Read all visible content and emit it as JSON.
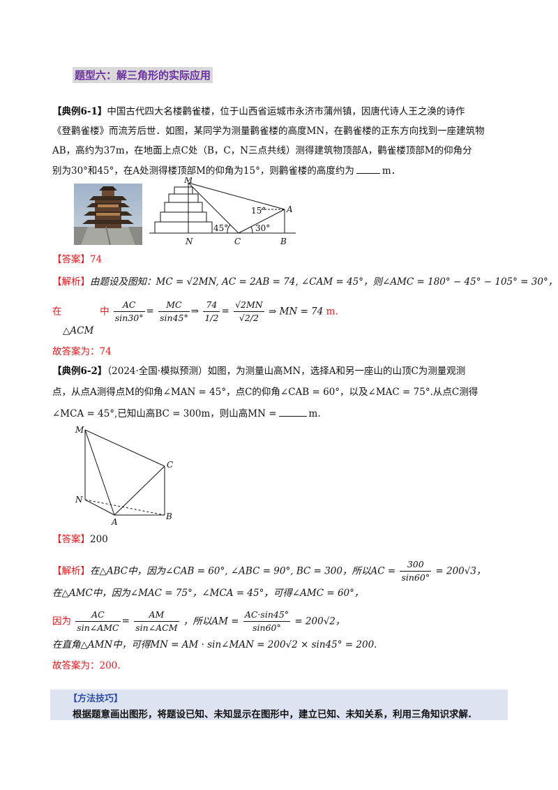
{
  "heading": "题型六：解三角形的实际应用",
  "example1": {
    "tag": "【典例6-1】",
    "line1": "中国古代四大名楼鹳雀楼，位于山西省运城市永济市蒲州镇，因唐代诗人王之涣的诗作",
    "line2": "《登鹳雀楼》而流芳后世．如图，某同学为测量鹳雀楼的高度MN，在鹳雀楼的正东方向找到一座建筑物",
    "line3": "AB，高约为37m，在地面上点C处（B，C，N三点共线）测得建筑物顶部A，鹳雀楼顶部M的仰角分",
    "line4a": "别为30°和45°，在A处测得楼顶部M的仰角为15°，则鹳雀楼的高度约为",
    "line4b": "m．",
    "fig_labels": {
      "M": "M",
      "A": "A",
      "N": "N",
      "C": "C",
      "B": "B",
      "a15": "15°",
      "a45": "45°",
      "a30": "30°"
    },
    "answer_tag": "【答案】",
    "answer": "74",
    "analysis_tag": "【解析】",
    "analysis1": "由题设及图知：MC = √2MN, AC = 2AB = 74, ∠CAM = 45°，则∠AMC = 180° − 45° − 105° = 30°，",
    "analysis2_pre": "在",
    "analysis2_tri": "△ACM",
    "analysis2_mid": "中",
    "f1n": "AC",
    "f1d": "sin30°",
    "f2n": "MC",
    "f2d": "sin45°",
    "f3n": "74",
    "f3d": "1/2",
    "f4n": "√2MN",
    "f4d": "√2/2",
    "analysis2_end": "⇒ MN = 74",
    "analysis2_unit": "m.",
    "final": "故答案为：74"
  },
  "example2": {
    "tag": "【典例6-2】",
    "line1": "（2024·全国·模拟预测）如图，为测量山高MN，选择A和另一座山的山顶C为测量观测",
    "line2": "点，从点A测得点M的仰角∠MAN = 45°，点C的仰角∠CAB = 60°，以及∠MAC = 75°.从点C测得",
    "line3a": "∠MCA = 45°,已知山高BC = 300m，则山高MN =",
    "line3b": "m.",
    "fig_labels": {
      "M": "M",
      "C": "C",
      "N": "N",
      "A": "A",
      "B": "B"
    },
    "answer_tag": "【答案】",
    "answer": "200",
    "analysis_tag": "【解析】",
    "a1_pre": "在△ABC中，因为∠CAB = 60°, ∠ABC = 90°, BC = 300，所以AC =",
    "a1_fn": "300",
    "a1_fd": "sin60°",
    "a1_end": "= 200√3，",
    "a2": "在△AMC中，因为∠MAC = 75°，∠MCA = 45°，可得∠AMC = 60°，",
    "a3_pre": "因为",
    "a3_f1n": "AC",
    "a3_f1d": "sin∠AMC",
    "a3_f2n": "AM",
    "a3_f2d": "sin∠ACM",
    "a3_mid": "，所以AM =",
    "a3_f3n": "AC·sin45°",
    "a3_f3d": "sin60°",
    "a3_end": "= 200√2，",
    "a4": "在直角△AMN中，可得MN = AM · sin∠MAN = 200√2 × sin45° = 200.",
    "final": "故答案为：200."
  },
  "tips": {
    "title": "【方法技巧】",
    "text": "根据题意画出图形，将题设已知、未知显示在图形中，建立已知、未知关系，利用三角知识求解."
  }
}
